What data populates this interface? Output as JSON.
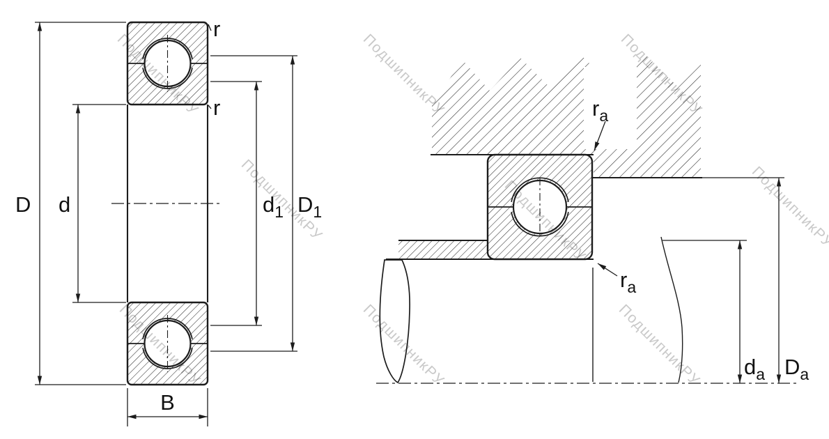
{
  "watermark": {
    "text": "ПодшипникРУ",
    "color": "#c6c6c6"
  },
  "colors": {
    "line": "#1c1c1c",
    "hatch": "#333333",
    "background": "#ffffff",
    "label_text": "#111111"
  },
  "left_view": {
    "labels": {
      "outer_diameter": {
        "base": "D",
        "sub": ""
      },
      "bore_diameter": {
        "base": "d",
        "sub": ""
      },
      "inner_ring_shoulder_diameter": {
        "base": "d",
        "sub": "1"
      },
      "outer_ring_shoulder_diameter": {
        "base": "D",
        "sub": "1"
      },
      "width": {
        "base": "B",
        "sub": ""
      },
      "chamfer_outer": {
        "base": "r",
        "sub": ""
      },
      "chamfer_bore": {
        "base": "r",
        "sub": ""
      }
    }
  },
  "right_view": {
    "labels": {
      "housing_fillet_radius": {
        "base": "r",
        "sub": "a"
      },
      "shaft_fillet_radius": {
        "base": "r",
        "sub": "a"
      },
      "shaft_abutment_diameter": {
        "base": "d",
        "sub": "a"
      },
      "housing_abutment_diameter": {
        "base": "D",
        "sub": "a"
      }
    }
  }
}
